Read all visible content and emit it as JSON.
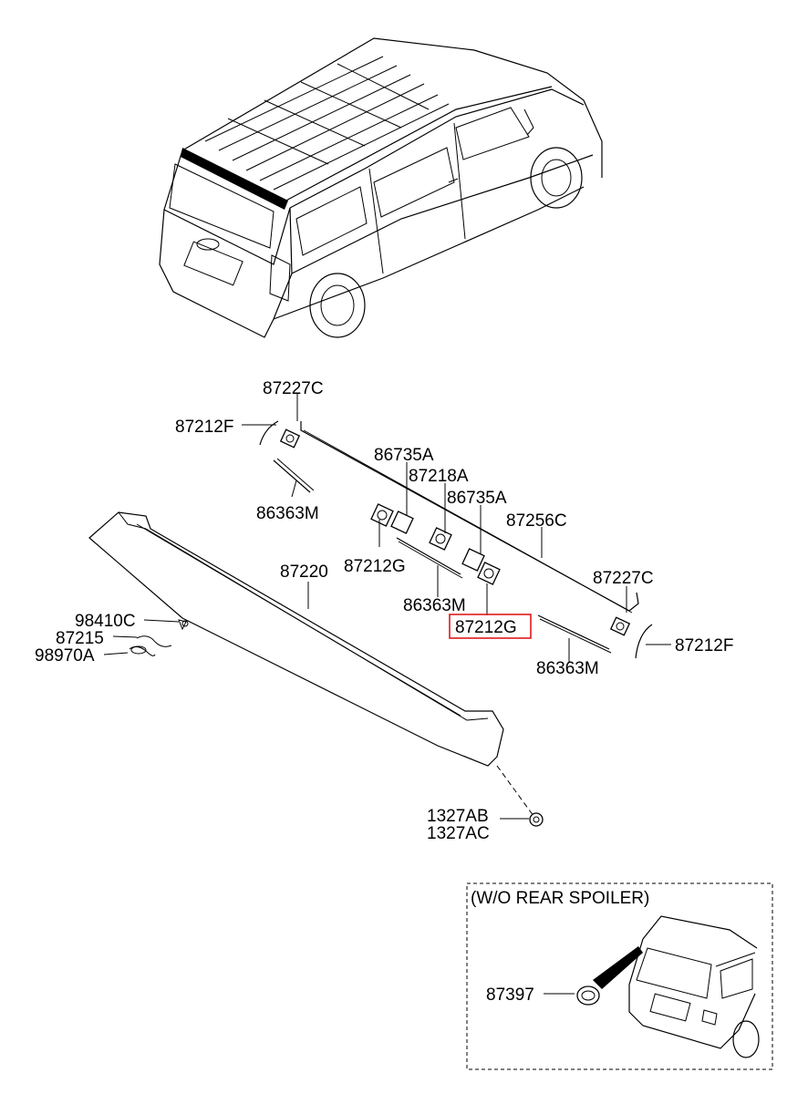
{
  "labels": {
    "c87227_top": "87227C",
    "f87212_left": "87212F",
    "a86735_1": "86735A",
    "a87218": "87218A",
    "a86735_2": "86735A",
    "m86363_top": "86363M",
    "c87256": "87256C",
    "g87212_left": "87212G",
    "p87220": "87220",
    "c87227_right": "87227C",
    "m86363_mid": "86363M",
    "g87212_highlight": "87212G",
    "f87212_right": "87212F",
    "m86363_bottom": "86363M",
    "c98410": "98410C",
    "p87215": "87215",
    "a98970": "98970A",
    "ab1327": "1327AB",
    "ac1327": "1327AC",
    "inset_title": "(W/O REAR SPOILER)",
    "p87397": "87397"
  },
  "colors": {
    "line": "#000000",
    "highlight": "#e0191b",
    "background": "#ffffff"
  }
}
